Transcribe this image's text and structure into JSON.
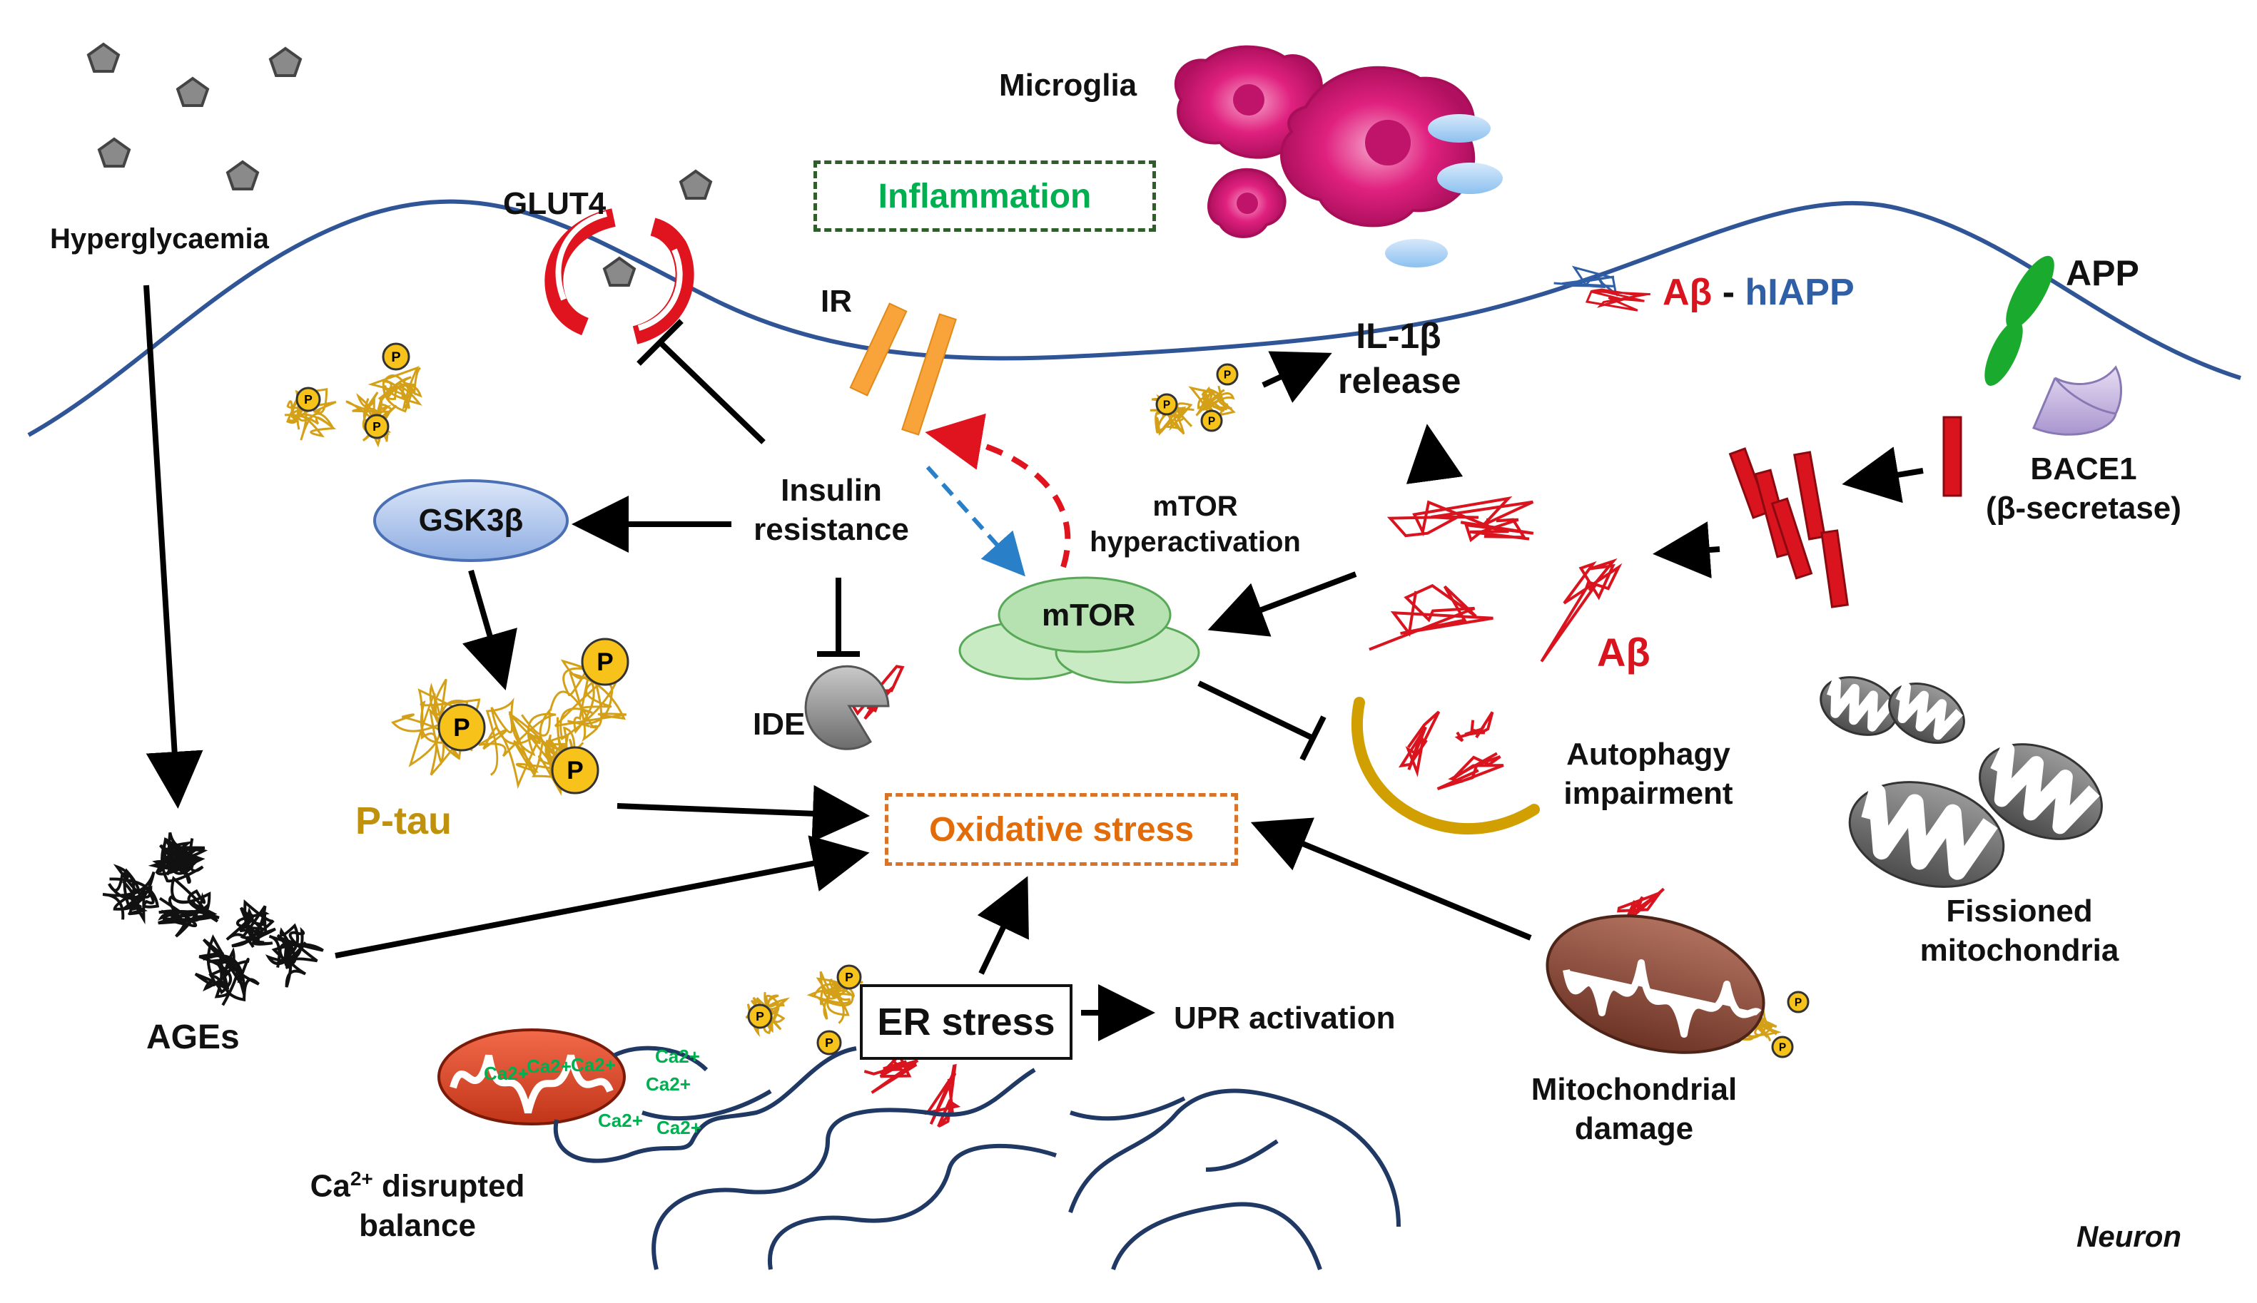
{
  "labels": {
    "hyperglycaemia": "Hyperglycaemia",
    "glut4": "GLUT4",
    "ir": "IR",
    "microglia": "Microglia",
    "inflammation": "Inflammation",
    "abeta": "Aβ",
    "dash": " - ",
    "hiapp": "hIAPP",
    "app": "APP",
    "il1b_line1": "IL-1β",
    "il1b_line2": "release",
    "bace1_line1": "BACE1",
    "bace1_line2": "(β-secretase)",
    "gsk3b": "GSK3β",
    "insulin_line1": "Insulin",
    "insulin_line2": "resistance",
    "mtor_hyper_line1": "mTOR",
    "mtor_hyper_line2": "hyperactivation",
    "mtor": "mTOR",
    "abeta_agg": "Aβ",
    "ide": "IDE",
    "ptau": "P-tau",
    "autophagy_line1": "Autophagy",
    "autophagy_line2": "impairment",
    "oxidative": "Oxidative stress",
    "fission_line1": "Fissioned",
    "fission_line2": "mitochondria",
    "ages": "AGEs",
    "er_stress": "ER stress",
    "upr": "UPR activation",
    "mito_damage_line1": "Mitochondrial",
    "mito_damage_line2": "damage",
    "ca_prefix": "Ca",
    "ca_sup": "2+",
    "ca_suffix": " disrupted",
    "ca_line2": "balance",
    "neuron": "Neuron",
    "ca2_ion": "Ca2+",
    "p_glyph": "P"
  },
  "colors": {
    "membrane": "#2f5597",
    "glut4": "#e0141e",
    "ir": "#f9a33b",
    "microglia": "#e0217f",
    "abeta": "#d9141e",
    "hiapp": "#2e5fa7",
    "app": "#1aab2e",
    "bace1": "#c7b8e0",
    "gsk3b": "#9db9e8",
    "mtor": "#b9e4b6",
    "tau": "#d4a017",
    "mito_red": "#e24a2a",
    "mito_brown": "#8b4a3a",
    "mito_gray": "#6f6f6f",
    "autophagy": "#d1a000"
  }
}
